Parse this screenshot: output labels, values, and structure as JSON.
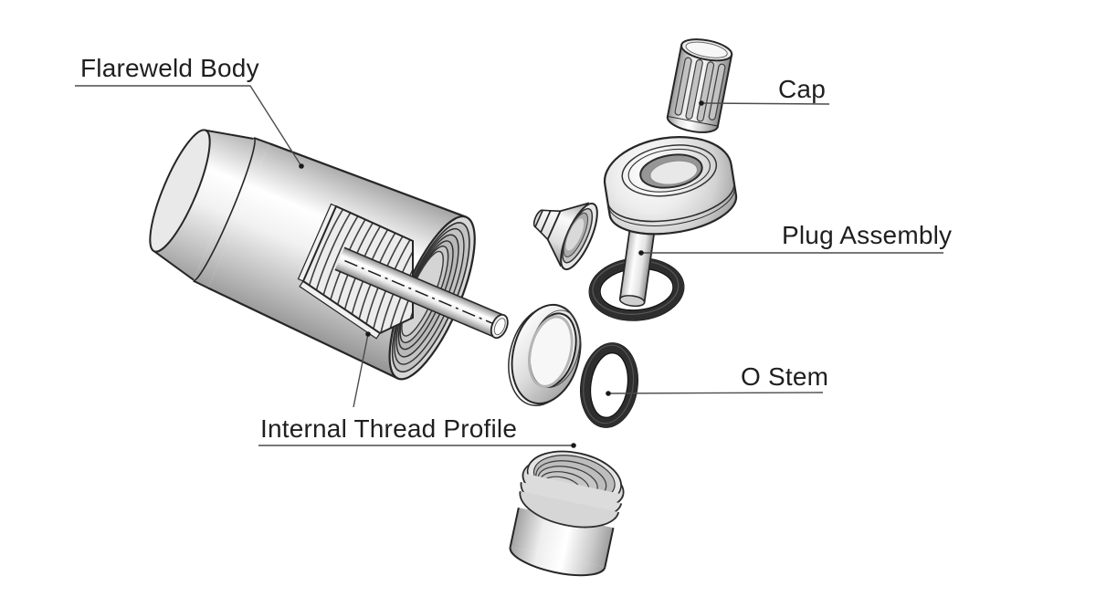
{
  "figure": {
    "kind": "exploded-view-assembly-diagram",
    "background_color": "#ffffff",
    "outline_color": "#262626",
    "leader_color": "#4c4c4c",
    "text_color": "#1f1f1f",
    "metal_colors": {
      "highlight": "#ffffff",
      "mid": "#d8d8d8",
      "shadow": "#9b9b9b"
    },
    "rubber_color": "#2e2e2e",
    "labels": {
      "flareweld_body": "Flareweld Body",
      "cap": "Cap",
      "plug_assembly": "Plug Assembly",
      "o_stem": "O Stem",
      "internal_thread_profile": "Internal Thread Profile"
    },
    "parts": [
      {
        "name": "flareweld-body"
      },
      {
        "name": "internal-thread-cutaway"
      },
      {
        "name": "center-tube"
      },
      {
        "name": "gland-cone"
      },
      {
        "name": "gland-washer"
      },
      {
        "name": "plug-assembly"
      },
      {
        "name": "plug-stem-o-ring"
      },
      {
        "name": "o-stem-ring"
      },
      {
        "name": "cap"
      },
      {
        "name": "threaded-collar"
      }
    ]
  }
}
